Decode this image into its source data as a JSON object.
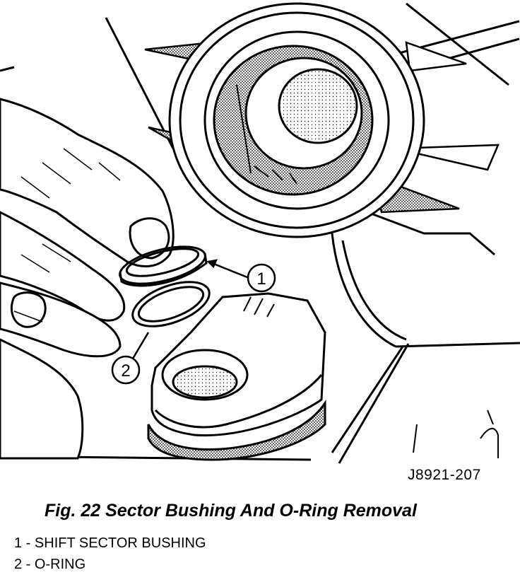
{
  "figure": {
    "drawing_id": "J8921-207",
    "callouts": [
      {
        "number": "1"
      },
      {
        "number": "2"
      }
    ]
  },
  "caption": "Fig. 22 Sector Bushing And O-Ring Removal",
  "legend": [
    {
      "number": "1",
      "separator": " - ",
      "text": "SHIFT SECTOR BUSHING"
    },
    {
      "number": "2",
      "separator": " - ",
      "text": "O-RING"
    }
  ],
  "colors": {
    "line": "#000000",
    "background": "#ffffff",
    "shade": "#9a9a9a"
  }
}
